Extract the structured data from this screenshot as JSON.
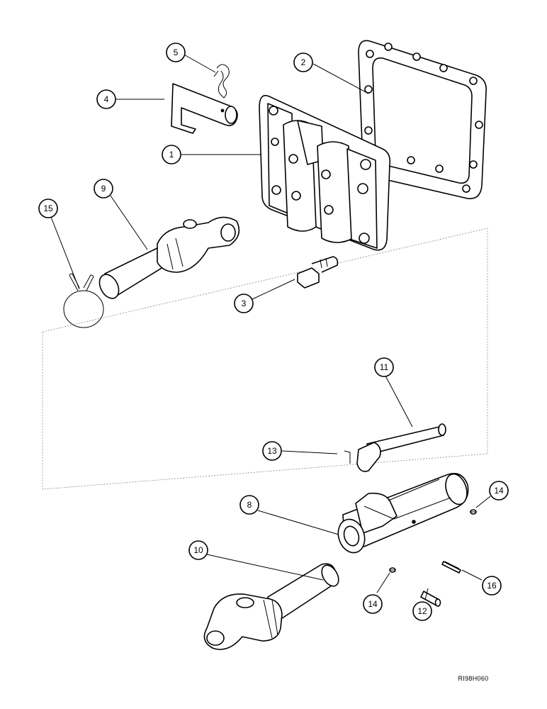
{
  "callouts": [
    {
      "id": "c1",
      "label": "1"
    },
    {
      "id": "c2",
      "label": "2"
    },
    {
      "id": "c3",
      "label": "3"
    },
    {
      "id": "c4",
      "label": "4"
    },
    {
      "id": "c5",
      "label": "5"
    },
    {
      "id": "c8",
      "label": "8"
    },
    {
      "id": "c9",
      "label": "9"
    },
    {
      "id": "c10",
      "label": "10"
    },
    {
      "id": "c11",
      "label": "11"
    },
    {
      "id": "c12",
      "label": "12"
    },
    {
      "id": "c13",
      "label": "13"
    },
    {
      "id": "c14a",
      "label": "14"
    },
    {
      "id": "c14b",
      "label": "14"
    },
    {
      "id": "c15",
      "label": "15"
    },
    {
      "id": "c16",
      "label": "16"
    }
  ],
  "figure_ref": "RI98H060"
}
